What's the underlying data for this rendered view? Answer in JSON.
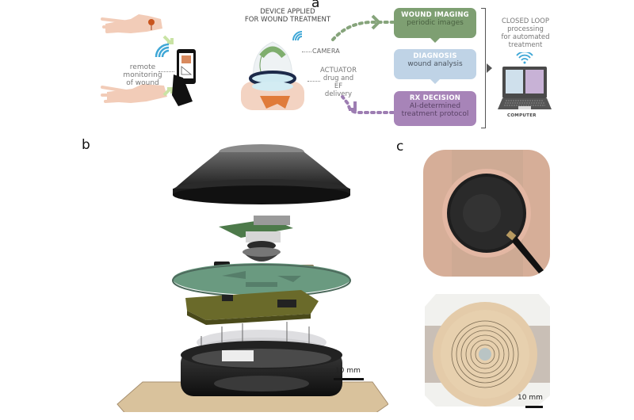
{
  "panels": {
    "a": {
      "label": "a",
      "remote_caption": [
        "remote",
        "monitoring",
        "of wound"
      ],
      "device_title": [
        "DEVICE APPLIED",
        "FOR WOUND TREATMENT"
      ],
      "camera_label": "CAMERA",
      "actuator_label": [
        "ACTUATOR",
        "drug and EF",
        "delivery"
      ],
      "steps": [
        {
          "title": "WOUND IMAGING",
          "subtitle": "periodic images",
          "color": "#7e9f72",
          "sub_color": "#4a6141"
        },
        {
          "title": "DIAGNOSIS",
          "subtitle": "wound analysis",
          "color": "#bfd3e6",
          "sub_color": "#4c5560"
        },
        {
          "title": "RX DECISION",
          "subtitle": "AI-determined treatment protocol",
          "color": "#a784b8",
          "sub_color": "#5a4266"
        }
      ],
      "loop_caption": [
        "CLOSED LOOP",
        "processing",
        "for automated",
        "treatment"
      ],
      "computer_label": "COMPUTER",
      "colors": {
        "green_arrow": "#86a47b",
        "purple_arrow": "#9d7db2",
        "wifi": "#3fa7d6"
      }
    },
    "b": {
      "label": "b",
      "scale_bar": "10 mm"
    },
    "c": {
      "label": "c",
      "scale_bar": "10 mm"
    }
  }
}
